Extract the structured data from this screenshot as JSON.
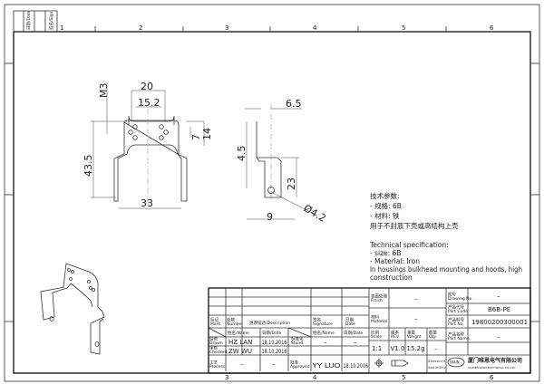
{
  "border": {
    "zone_numbers_top": [
      "1",
      "2",
      "3",
      "4",
      "5",
      "6"
    ],
    "zone_numbers_bottom": [
      "3",
      "4",
      "5",
      "6"
    ],
    "corner_labels": [
      "日期/Date",
      "签名/Sign"
    ]
  },
  "dimensions": {
    "front": {
      "m3": "M3",
      "w20": "20",
      "w15_2": "15.2",
      "h7": "7",
      "h14": "14",
      "h43_5": "43.5",
      "w33": "33"
    },
    "side": {
      "w6_5": "6.5",
      "h4_5": "4.5",
      "h23": "23",
      "w9": "9",
      "d4_2": "Ø4.2"
    }
  },
  "spec_cn": [
    "技术参数:",
    "- 规格: 6B",
    "- 材料: 铁",
    "用于不封底下壳或高结构上壳"
  ],
  "spec_en": [
    "Technical specification:",
    "- size: 6B",
    "- Material: Iron",
    "In housings bulkhead mounting and hoods, high",
    "construction"
  ],
  "title_block": {
    "mark": "标记 Mark",
    "number": "处数 Number",
    "description": "更改描述/Description",
    "signature": "签名 Signature",
    "date_h": "日期 Date",
    "name_col": "姓名/Name",
    "date_col": "日期/Date",
    "drawn": "绘图 Drawn",
    "checked": "审核 Checked",
    "process": "工艺 Process",
    "stand": "标准化 Stand.",
    "approved": "批准 Approved",
    "drawn_name": "HZ  LAN",
    "drawn_date": "18.10.2016",
    "checked_name": "ZW  WU",
    "checked_date": "18.10.2016",
    "process_name": "–",
    "process_date": "–",
    "stand_name": "–",
    "stand_date": "–",
    "approved_name": "YY  LUO",
    "approved_date": "18.10.2016",
    "finish": "表面处理 Finish",
    "finish_val": "–",
    "material": "材料 Material",
    "material_val": "–",
    "scale": "比例 Scale",
    "rev": "版本 REV.",
    "weight": "重量 Weight",
    "qty": "数量 Qty.",
    "scale_val": "1:1",
    "rev_val": "V1.0",
    "weight_val": "15.2g",
    "qty_val": "–",
    "dims_note1": "All Dimensions in mm",
    "dims_note2": "Original Size DIN A 4",
    "drawing_no": "图号 Drawing No.",
    "drawing_no_val": "–",
    "part_code": "产品代号 Part Code",
    "part_code_val": "B6B-PE",
    "part_no": "产品料号 Part No.",
    "part_no_val": "19800200300001",
    "part_name": "产品名称 Part Name",
    "part_name_val": "–",
    "company_cn": "厦门唯恩电气有限公司",
    "company_en": "XIAMEN WAIN ELECTRICAL CO.,LTD",
    "logo": "WAIN"
  }
}
